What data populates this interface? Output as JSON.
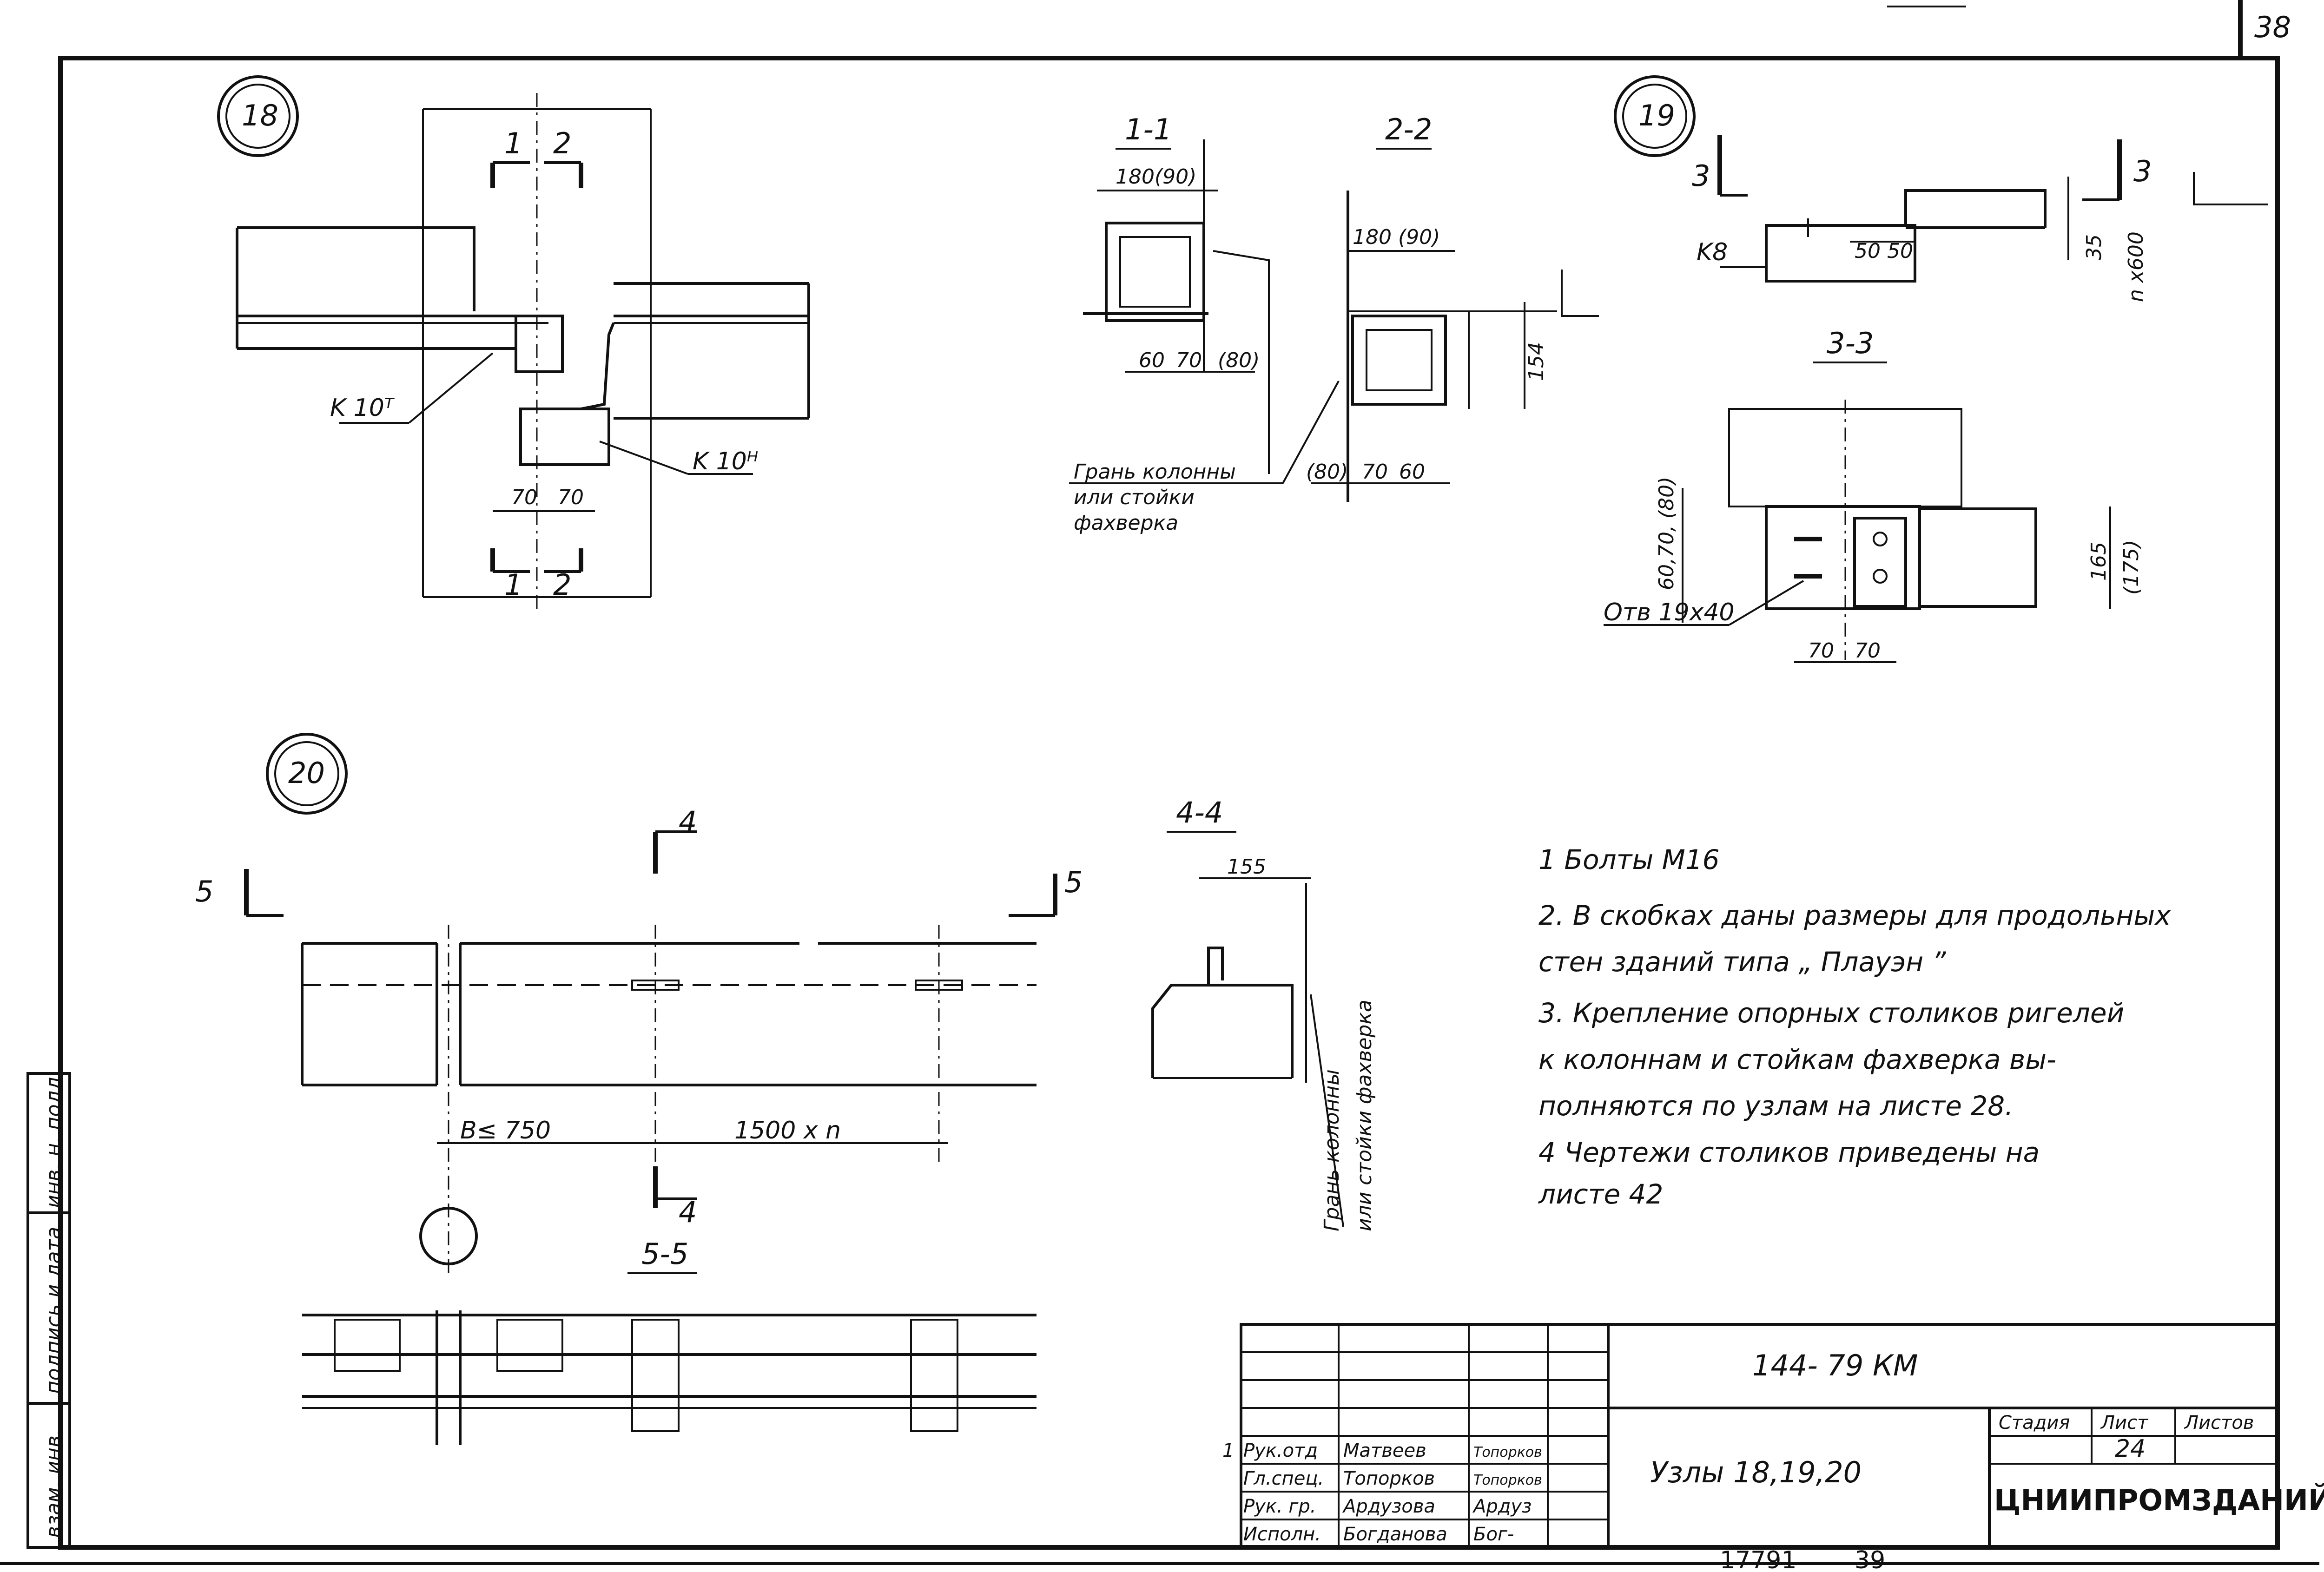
{
  "sheet": {
    "corner_number": "38",
    "bottom_numbers": [
      "17791",
      "39"
    ]
  },
  "nodes": {
    "n18": "18",
    "n19": "19",
    "n20": "20"
  },
  "node18": {
    "label_left": "K 10ᵀ",
    "label_right": "K 10ᴴ",
    "dim_a": "70",
    "dim_b": "70",
    "section_1": "1",
    "section_2": "2"
  },
  "section11": {
    "title": "1-1",
    "width": "180(90)",
    "dims": [
      "60",
      "70",
      "(80)"
    ]
  },
  "section22": {
    "title": "2-2",
    "width": "180 (90)",
    "height": "154",
    "dims": [
      "(80)",
      "70",
      "60"
    ],
    "column_face": [
      "Грань колонны",
      "или стойки",
      "фахверка"
    ]
  },
  "node19": {
    "section_mark": "3",
    "label": "K8",
    "dims": [
      "50",
      "50"
    ],
    "right_dims": [
      "35",
      "n x600"
    ]
  },
  "section33": {
    "title": "3-3",
    "left_dims": [
      "60,70, (80)"
    ],
    "right_dims": [
      "165",
      "(175)"
    ],
    "bottom_dims": [
      "70",
      "70"
    ],
    "hole": "Отв 19x40"
  },
  "node20": {
    "section4": "4",
    "section5": "5",
    "dim_b": "B≤ 750",
    "dim_span": "1500 x n",
    "section55_title": "5-5"
  },
  "section44": {
    "title": "4-4",
    "width": "155",
    "face": [
      "Грань колонны",
      "или стойки фахверка"
    ]
  },
  "notes": [
    "1  Болты М16",
    "2. В скобках даны размеры для продольных",
    "стен зданий типа „ Плауэн ”",
    "3. Крепление опорных столиков ригелей",
    "к колоннам и стойкам фахверка вы-",
    "полняются по узлам на листе 28.",
    "4  Чертежи столиков приведены на",
    "листе 42"
  ],
  "title_block": {
    "code": "144- 79 КМ",
    "title": "Узлы  18,19,20",
    "stage_label": "Стадия",
    "sheet_label": "Лист",
    "sheets_label": "Листов",
    "sheet_value": "24",
    "org": "ЦНИИПРОМЗДАНИЙ",
    "roles": [
      "Рук.отд",
      "Гл.спец.",
      "Рук. гр.",
      "Исполн."
    ],
    "names": [
      "Матвеев",
      "Топорков",
      "Ардузова",
      "Богданова"
    ],
    "signs": [
      "Топорков",
      "Топорков",
      "Ардуз",
      "Бог-"
    ],
    "mark": "1"
  },
  "side_strip": [
    "инв. н. подл.",
    "подпись и дата",
    "взам. инв."
  ]
}
